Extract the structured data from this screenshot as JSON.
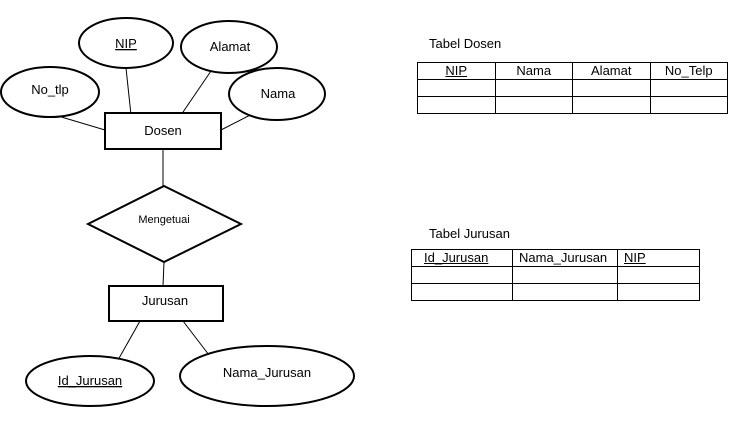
{
  "er": {
    "entities": [
      {
        "id": "dosen",
        "label": "Dosen"
      },
      {
        "id": "jurusan",
        "label": "Jurusan"
      }
    ],
    "relationship": {
      "label": "Mengetuai"
    },
    "attributes": [
      {
        "label": "NIP",
        "key": true
      },
      {
        "label": "Alamat",
        "key": false
      },
      {
        "label": "No_tlp",
        "key": false
      },
      {
        "label": "Nama",
        "key": false
      },
      {
        "label": "Id_Jurusan",
        "key": true
      },
      {
        "label": "Nama_Jurusan",
        "key": false
      }
    ]
  },
  "tables": [
    {
      "title": "Tabel Dosen",
      "columns": [
        {
          "label": "NIP",
          "key": true
        },
        {
          "label": "Nama",
          "key": false
        },
        {
          "label": "Alamat",
          "key": false
        },
        {
          "label": "No_Telp",
          "key": false
        }
      ],
      "rows": [
        [
          "",
          "",
          "",
          ""
        ],
        [
          "",
          "",
          "",
          ""
        ]
      ]
    },
    {
      "title": "Tabel Jurusan",
      "columns": [
        {
          "label": "Id_Jurusan",
          "key": true
        },
        {
          "label": "Nama_Jurusan",
          "key": false
        },
        {
          "label": "NIP",
          "key": true
        }
      ],
      "rows": [
        [
          "",
          "",
          ""
        ],
        [
          "",
          "",
          ""
        ]
      ]
    }
  ]
}
